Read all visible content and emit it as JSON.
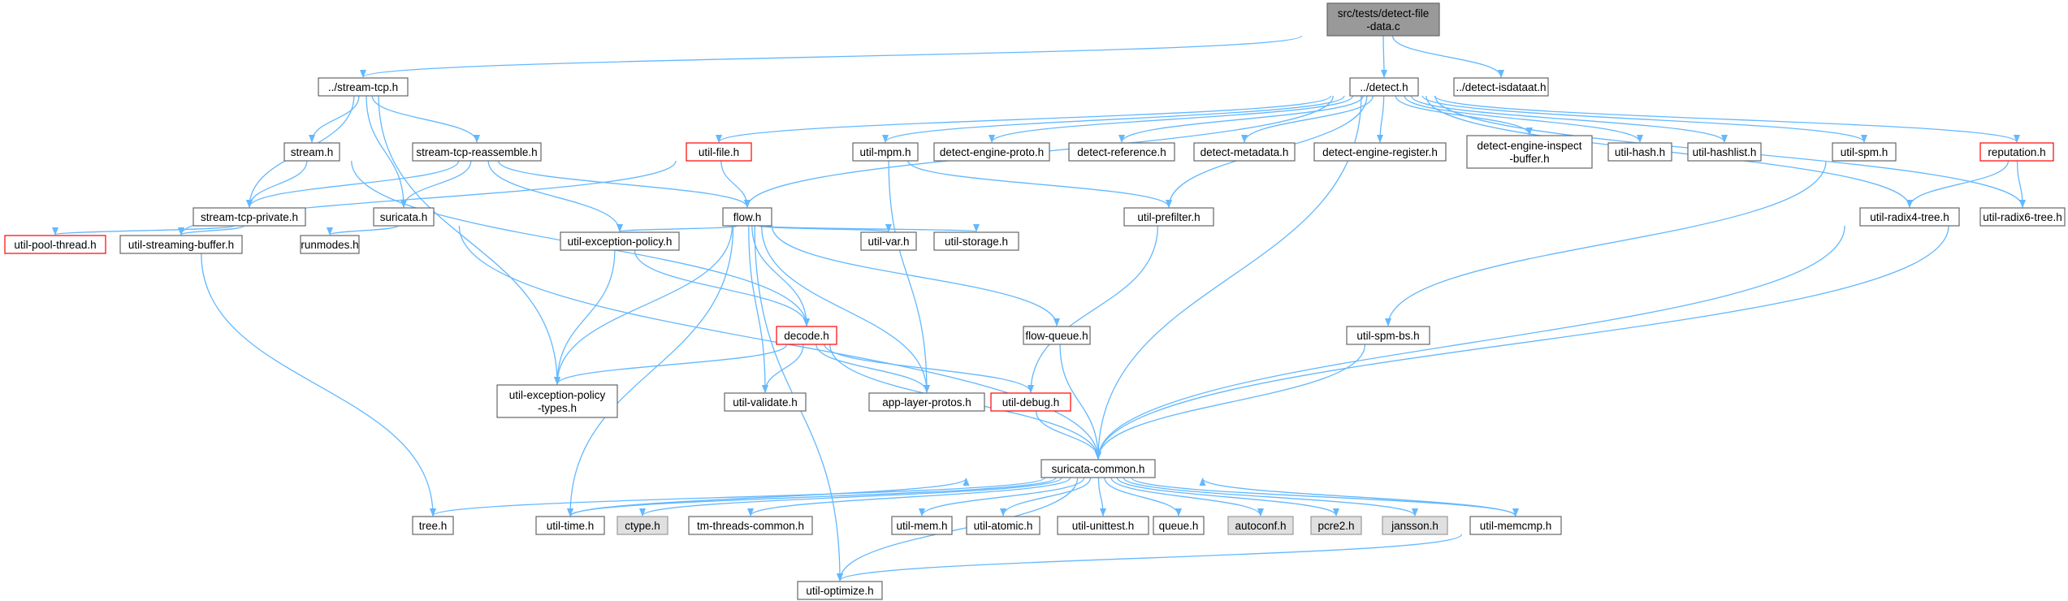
{
  "graph": {
    "colors": {
      "edge": "#63b8ff",
      "node_fill": "#ffffff",
      "node_border": "#666666",
      "root_fill": "#999999",
      "root_border": "#666666",
      "truncated_border": "#ff0000",
      "system_fill": "#e0e0e0",
      "system_border": "#999999"
    },
    "nodes": [
      {
        "id": "root",
        "lines": [
          "src/tests/detect-file",
          "-data.c"
        ],
        "kind": "root"
      },
      {
        "id": "stream_tcp_h",
        "lines": [
          "../stream-tcp.h"
        ],
        "kind": "normal"
      },
      {
        "id": "detect_h",
        "lines": [
          "../detect.h"
        ],
        "kind": "normal"
      },
      {
        "id": "detect_isdataat",
        "lines": [
          "../detect-isdataat.h"
        ],
        "kind": "normal"
      },
      {
        "id": "stream_h",
        "lines": [
          "stream.h"
        ],
        "kind": "normal"
      },
      {
        "id": "stcp_reassemble",
        "lines": [
          "stream-tcp-reassemble.h"
        ],
        "kind": "normal"
      },
      {
        "id": "util_file",
        "lines": [
          "util-file.h"
        ],
        "kind": "truncated"
      },
      {
        "id": "util_mpm",
        "lines": [
          "util-mpm.h"
        ],
        "kind": "normal"
      },
      {
        "id": "de_proto",
        "lines": [
          "detect-engine-proto.h"
        ],
        "kind": "normal"
      },
      {
        "id": "d_reference",
        "lines": [
          "detect-reference.h"
        ],
        "kind": "normal"
      },
      {
        "id": "d_metadata",
        "lines": [
          "detect-metadata.h"
        ],
        "kind": "normal"
      },
      {
        "id": "de_register",
        "lines": [
          "detect-engine-register.h"
        ],
        "kind": "normal"
      },
      {
        "id": "de_inspect",
        "lines": [
          "detect-engine-inspect",
          "-buffer.h"
        ],
        "kind": "normal"
      },
      {
        "id": "util_hash",
        "lines": [
          "util-hash.h"
        ],
        "kind": "normal"
      },
      {
        "id": "util_hashlist",
        "lines": [
          "util-hashlist.h"
        ],
        "kind": "normal"
      },
      {
        "id": "util_spm",
        "lines": [
          "util-spm.h"
        ],
        "kind": "normal"
      },
      {
        "id": "reputation",
        "lines": [
          "reputation.h"
        ],
        "kind": "truncated"
      },
      {
        "id": "stcp_private",
        "lines": [
          "stream-tcp-private.h"
        ],
        "kind": "normal"
      },
      {
        "id": "suricata_h",
        "lines": [
          "suricata.h"
        ],
        "kind": "normal"
      },
      {
        "id": "flow_h",
        "lines": [
          "flow.h"
        ],
        "kind": "normal"
      },
      {
        "id": "util_prefilter",
        "lines": [
          "util-prefilter.h"
        ],
        "kind": "normal"
      },
      {
        "id": "util_radix4",
        "lines": [
          "util-radix4-tree.h"
        ],
        "kind": "normal"
      },
      {
        "id": "util_radix6",
        "lines": [
          "util-radix6-tree.h"
        ],
        "kind": "normal"
      },
      {
        "id": "util_pool_thread",
        "lines": [
          "util-pool-thread.h"
        ],
        "kind": "truncated"
      },
      {
        "id": "util_stream_buf",
        "lines": [
          "util-streaming-buffer.h"
        ],
        "kind": "normal"
      },
      {
        "id": "runmodes",
        "lines": [
          "runmodes.h"
        ],
        "kind": "normal"
      },
      {
        "id": "util_exc_policy",
        "lines": [
          "util-exception-policy.h"
        ],
        "kind": "normal"
      },
      {
        "id": "util_var",
        "lines": [
          "util-var.h"
        ],
        "kind": "normal"
      },
      {
        "id": "util_storage",
        "lines": [
          "util-storage.h"
        ],
        "kind": "normal"
      },
      {
        "id": "decode_h",
        "lines": [
          "decode.h"
        ],
        "kind": "truncated"
      },
      {
        "id": "flow_queue",
        "lines": [
          "flow-queue.h"
        ],
        "kind": "normal"
      },
      {
        "id": "util_spm_bs",
        "lines": [
          "util-spm-bs.h"
        ],
        "kind": "normal"
      },
      {
        "id": "util_exc_types",
        "lines": [
          "util-exception-policy",
          "-types.h"
        ],
        "kind": "normal"
      },
      {
        "id": "util_validate",
        "lines": [
          "util-validate.h"
        ],
        "kind": "normal"
      },
      {
        "id": "app_layer_protos",
        "lines": [
          "app-layer-protos.h"
        ],
        "kind": "normal"
      },
      {
        "id": "util_debug",
        "lines": [
          "util-debug.h"
        ],
        "kind": "truncated"
      },
      {
        "id": "suricata_common",
        "lines": [
          "suricata-common.h"
        ],
        "kind": "normal"
      },
      {
        "id": "tree_h",
        "lines": [
          "tree.h"
        ],
        "kind": "normal"
      },
      {
        "id": "util_time",
        "lines": [
          "util-time.h"
        ],
        "kind": "normal"
      },
      {
        "id": "ctype_h",
        "lines": [
          "ctype.h"
        ],
        "kind": "system"
      },
      {
        "id": "tm_threads",
        "lines": [
          "tm-threads-common.h"
        ],
        "kind": "normal"
      },
      {
        "id": "util_mem",
        "lines": [
          "util-mem.h"
        ],
        "kind": "normal"
      },
      {
        "id": "util_atomic",
        "lines": [
          "util-atomic.h"
        ],
        "kind": "normal"
      },
      {
        "id": "util_unittest",
        "lines": [
          "util-unittest.h"
        ],
        "kind": "normal"
      },
      {
        "id": "queue_h",
        "lines": [
          "queue.h"
        ],
        "kind": "normal"
      },
      {
        "id": "autoconf",
        "lines": [
          "autoconf.h"
        ],
        "kind": "system"
      },
      {
        "id": "pcre2",
        "lines": [
          "pcre2.h"
        ],
        "kind": "system"
      },
      {
        "id": "jansson",
        "lines": [
          "jansson.h"
        ],
        "kind": "system"
      },
      {
        "id": "util_memcmp",
        "lines": [
          "util-memcmp.h"
        ],
        "kind": "normal"
      },
      {
        "id": "util_optimize",
        "lines": [
          "util-optimize.h"
        ],
        "kind": "normal"
      }
    ],
    "edges": [
      [
        "root",
        "stream_tcp_h"
      ],
      [
        "root",
        "detect_h"
      ],
      [
        "root",
        "detect_isdataat"
      ],
      [
        "stream_tcp_h",
        "stream_h"
      ],
      [
        "stream_tcp_h",
        "stcp_reassemble"
      ],
      [
        "stream_tcp_h",
        "stcp_private"
      ],
      [
        "stream_tcp_h",
        "suricata_h"
      ],
      [
        "stream_tcp_h",
        "util_exc_types"
      ],
      [
        "stream_h",
        "stcp_private"
      ],
      [
        "stream_h",
        "decode_h"
      ],
      [
        "stcp_reassemble",
        "stcp_private"
      ],
      [
        "stcp_reassemble",
        "suricata_h"
      ],
      [
        "stcp_reassemble",
        "flow_h"
      ],
      [
        "stcp_reassemble",
        "util_exc_policy"
      ],
      [
        "stcp_private",
        "util_pool_thread"
      ],
      [
        "stcp_private",
        "util_stream_buf"
      ],
      [
        "util_stream_buf",
        "tree_h"
      ],
      [
        "suricata_h",
        "runmodes"
      ],
      [
        "suricata_h",
        "suricata_common"
      ],
      [
        "detect_h",
        "util_file"
      ],
      [
        "detect_h",
        "util_mpm"
      ],
      [
        "detect_h",
        "de_proto"
      ],
      [
        "detect_h",
        "d_reference"
      ],
      [
        "detect_h",
        "d_metadata"
      ],
      [
        "detect_h",
        "de_register"
      ],
      [
        "detect_h",
        "de_inspect"
      ],
      [
        "detect_h",
        "util_hash"
      ],
      [
        "detect_h",
        "util_hashlist"
      ],
      [
        "detect_h",
        "util_spm"
      ],
      [
        "detect_h",
        "reputation"
      ],
      [
        "detect_h",
        "util_radix4"
      ],
      [
        "detect_h",
        "util_radix6"
      ],
      [
        "detect_h",
        "util_prefilter"
      ],
      [
        "detect_h",
        "flow_h"
      ],
      [
        "detect_h",
        "suricata_common"
      ],
      [
        "util_file",
        "flow_h"
      ],
      [
        "util_file",
        "util_stream_buf"
      ],
      [
        "util_mpm",
        "util_prefilter"
      ],
      [
        "util_mpm",
        "app_layer_protos"
      ],
      [
        "util_spm",
        "util_spm_bs"
      ],
      [
        "reputation",
        "util_radix4"
      ],
      [
        "reputation",
        "util_radix6"
      ],
      [
        "util_radix4",
        "suricata_common"
      ],
      [
        "util_radix6",
        "suricata_common"
      ],
      [
        "util_prefilter",
        "util_debug"
      ],
      [
        "util_spm_bs",
        "suricata_common"
      ],
      [
        "flow_h",
        "util_exc_policy"
      ],
      [
        "flow_h",
        "util_var"
      ],
      [
        "flow_h",
        "util_storage"
      ],
      [
        "flow_h",
        "decode_h"
      ],
      [
        "flow_h",
        "flow_queue"
      ],
      [
        "flow_h",
        "util_validate"
      ],
      [
        "flow_h",
        "app_layer_protos"
      ],
      [
        "flow_h",
        "util_time"
      ],
      [
        "flow_h",
        "util_optimize"
      ],
      [
        "flow_h",
        "util_exc_types"
      ],
      [
        "util_exc_policy",
        "decode_h"
      ],
      [
        "util_exc_policy",
        "util_exc_types"
      ],
      [
        "decode_h",
        "util_exc_types"
      ],
      [
        "decode_h",
        "util_validate"
      ],
      [
        "decode_h",
        "app_layer_protos"
      ],
      [
        "decode_h",
        "util_debug"
      ],
      [
        "decode_h",
        "suricata_common"
      ],
      [
        "flow_queue",
        "suricata_common"
      ],
      [
        "util_debug",
        "suricata_common"
      ],
      [
        "suricata_common",
        "tree_h"
      ],
      [
        "suricata_common",
        "util_time"
      ],
      [
        "suricata_common",
        "ctype_h"
      ],
      [
        "suricata_common",
        "tm_threads"
      ],
      [
        "suricata_common",
        "util_mem"
      ],
      [
        "suricata_common",
        "util_atomic"
      ],
      [
        "suricata_common",
        "util_unittest"
      ],
      [
        "suricata_common",
        "queue_h"
      ],
      [
        "suricata_common",
        "autoconf"
      ],
      [
        "suricata_common",
        "pcre2"
      ],
      [
        "suricata_common",
        "jansson"
      ],
      [
        "suricata_common",
        "util_memcmp"
      ],
      [
        "suricata_common",
        "util_optimize"
      ],
      [
        "util_time",
        "suricata_common"
      ],
      [
        "util_memcmp",
        "suricata_common"
      ],
      [
        "util_memcmp",
        "util_optimize"
      ]
    ]
  }
}
